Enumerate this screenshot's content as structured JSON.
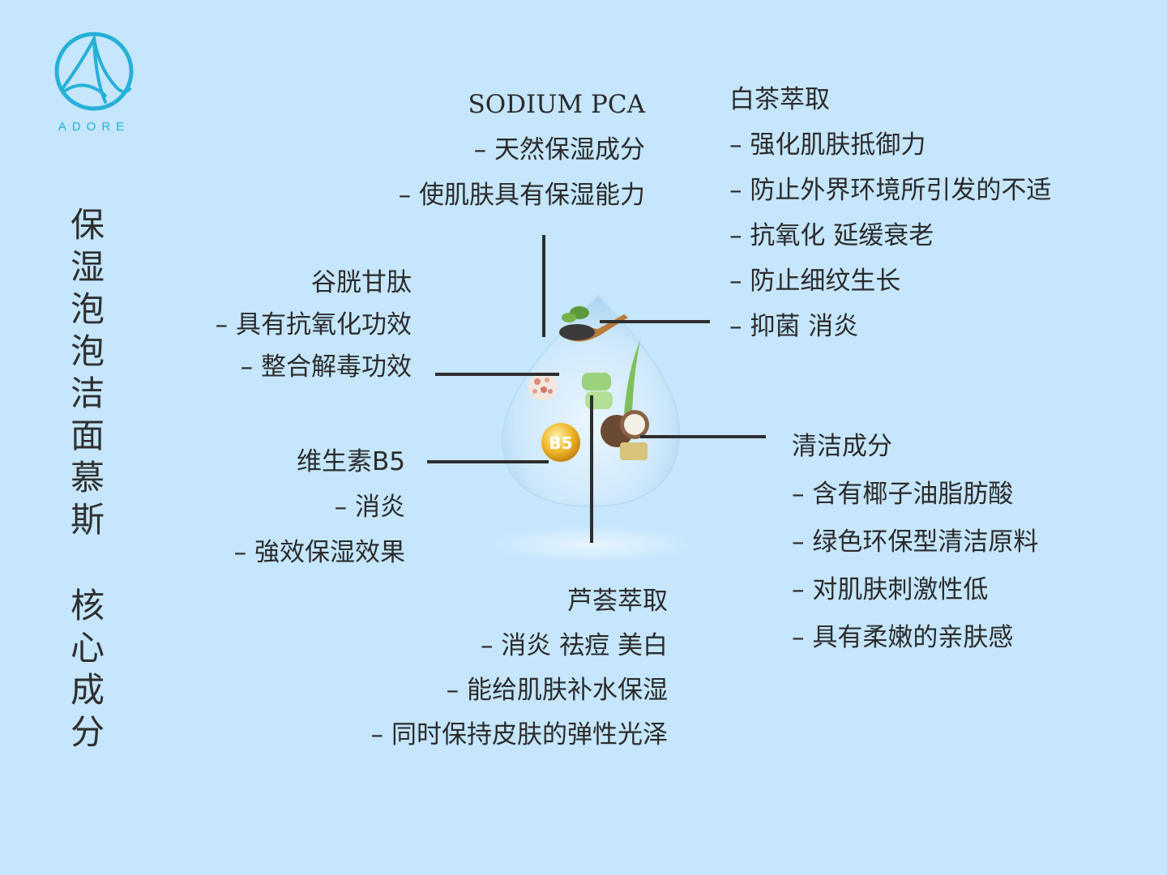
{
  "brand": {
    "logo_text": "ADORE",
    "accent": "#26b0d8"
  },
  "title": {
    "chars": [
      "保",
      "湿",
      "泡",
      "泡",
      "洁",
      "面",
      "慕",
      "斯"
    ],
    "sub_chars": [
      "核",
      "心",
      "成",
      "分"
    ]
  },
  "ingredients": {
    "sodium_pca": {
      "title": "SODIUM PCA",
      "lines": [
        "– 天然保湿成分",
        "– 使肌肤具有保湿能力"
      ]
    },
    "white_tea": {
      "title": "白茶萃取",
      "lines": [
        "– 强化肌肤抵御力",
        "– 防止外界环境所引发的不适",
        "– 抗氧化 延缓衰老",
        "– 防止细纹生长",
        "– 抑菌 消炎"
      ]
    },
    "glutathione": {
      "title": "谷胱甘肽",
      "lines": [
        "– 具有抗氧化功效",
        "– 整合解毒功效"
      ]
    },
    "vitamin_b5": {
      "title": "维生素B5",
      "lines": [
        "– 消炎",
        "– 強效保湿效果"
      ]
    },
    "cleansing": {
      "title": "清洁成分",
      "lines": [
        "– 含有椰子油脂肪酸",
        "– 绿色环保型清洁原料",
        "– 对肌肤刺激性低",
        "– 具有柔嫩的亲肤感"
      ]
    },
    "aloe": {
      "title": "芦荟萃取",
      "lines": [
        "– 消炎 祛痘 美白",
        "– 能给肌肤补水保湿",
        "– 同时保持皮肤的弹性光泽"
      ]
    }
  },
  "icons": {
    "vitamin_badge": "B5"
  }
}
